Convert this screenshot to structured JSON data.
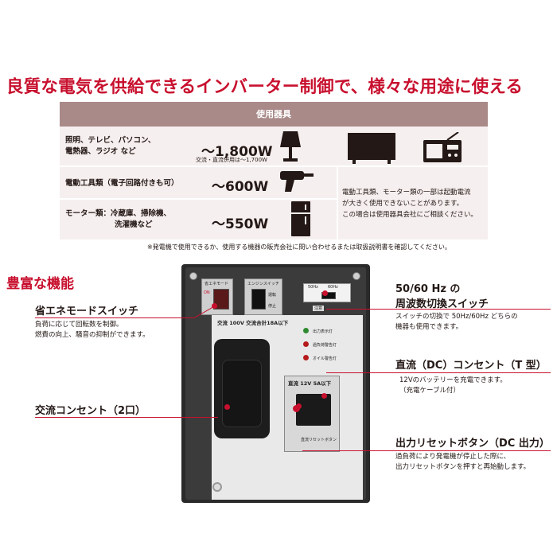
{
  "headline": "良質な電気を供給できるインバーター制御で、様々な用途に使える",
  "table": {
    "header": "使用器具",
    "rows": [
      {
        "category_line1": "照明、テレビ、パソコン、",
        "category_line2": "電熱器、ラジオ など",
        "watt": "〜1,800W",
        "note": "交流・直流併用は〜1,700W"
      },
      {
        "category_line1": "電動工具類（電子回路付きも可）",
        "category_line2": "",
        "watt": "〜600W",
        "note": ""
      },
      {
        "category_line1": "モーター類：冷蔵庫、掃除機、",
        "category_line2": "洗濯機など",
        "watt": "〜550W",
        "note": ""
      }
    ],
    "right_note": [
      "電動工具類、モーター類の一部は起動電流",
      "が大きく使用できないことがあります。",
      "この場合は使用器具会社にご相談ください。"
    ],
    "icons": [
      "lamp-icon",
      "tv-icon",
      "radio-icon",
      "drill-icon",
      "refrigerator-icon"
    ]
  },
  "footnote": "※発電機で使用できるか、使用する機器の販売会社に問い合わせるまたは取扱説明書を確認してください。",
  "features_title": "豊富な機能",
  "features": {
    "eco": {
      "label": "省エネモードスイッチ",
      "desc": [
        "負荷に応じて回転数を制御。",
        "燃費の向上、騒音の抑制ができます。"
      ]
    },
    "ac": {
      "label": "交流コンセント（2口）"
    },
    "freq": {
      "label_line1": "50/60 Hz の",
      "label_line2": "周波数切換スイッチ",
      "desc": [
        "スイッチの切換で 50Hz/60Hz どちらの",
        "機器も使用できます。"
      ]
    },
    "dc": {
      "label": "直流（DC）コンセント（T 型）",
      "desc": [
        "12Vのバッテリーを充電できます。",
        "（充電ケーブル付）"
      ]
    },
    "reset": {
      "label": "出力リセットボタン（DC 出力）",
      "desc": [
        "過負荷により発電機が停止した際に、",
        "出力リセットボタンを押すと再始動します。"
      ]
    }
  },
  "panel": {
    "eco_switch_label": "省エネモード",
    "engine_switch_label": "エンジンスイッチ",
    "ac_label": "交流 100V 交流合計18A以下",
    "dc_label": "直流 12V 5A以下",
    "freq_50": "50Hz",
    "freq_60": "60Hz",
    "caution": "注意",
    "led_labels": [
      "出力表示灯",
      "過負荷警告灯",
      "オイル警告灯"
    ],
    "reset_label": "直流リセットボタン",
    "on_label": "ON",
    "run_label": "運転",
    "stop_label": "停止"
  },
  "colors": {
    "accent": "#c8102e",
    "table_head": "#a98a89",
    "table_bg": "#f6efef"
  }
}
